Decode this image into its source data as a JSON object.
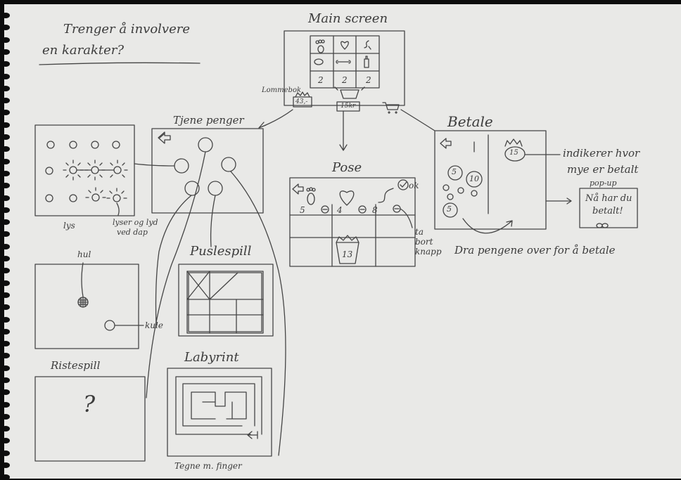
{
  "note": {
    "line1": "Trenger å involvere",
    "line2": "en karakter?"
  },
  "main_screen": {
    "title": "Main screen",
    "grid_labels": [
      "2",
      "2",
      "2"
    ],
    "pocket_label": "Lommebok",
    "pocket_amount": "43,-",
    "bag_amount": "15kr"
  },
  "earn": {
    "title": "Tjene penger"
  },
  "lights": {
    "caption": "lys",
    "note_line1": "lyser og lyd",
    "note_line2": "ved dap"
  },
  "hole_game": {
    "hole": "hul",
    "ball": "kule"
  },
  "puzzle": {
    "title": "Puslespill"
  },
  "scratch": {
    "title": "Ristespill",
    "mark": "?"
  },
  "maze": {
    "title": "Labyrint",
    "caption": "Tegne m. finger"
  },
  "bag": {
    "title": "Pose",
    "ok": "ok",
    "counts": [
      "5",
      "4",
      "8"
    ],
    "basket_amount": "13",
    "remove_line1": "ta",
    "remove_line2": "bort",
    "remove_line3": "knapp"
  },
  "pay": {
    "title": "Betale",
    "crown_amount": "15",
    "coins": [
      "5",
      "10",
      "5"
    ],
    "indicator_line1": "indikerer hvor",
    "indicator_line2": "mye er betalt",
    "drag_caption": "Dra pengene over for å betale"
  },
  "popup": {
    "title": "pop-up",
    "line1": "Nå har du",
    "line2": "betalt!"
  },
  "colors": {
    "paper": "#e9e9e7",
    "ink": "#3c3c3c",
    "binding": "#0d0d0d"
  }
}
